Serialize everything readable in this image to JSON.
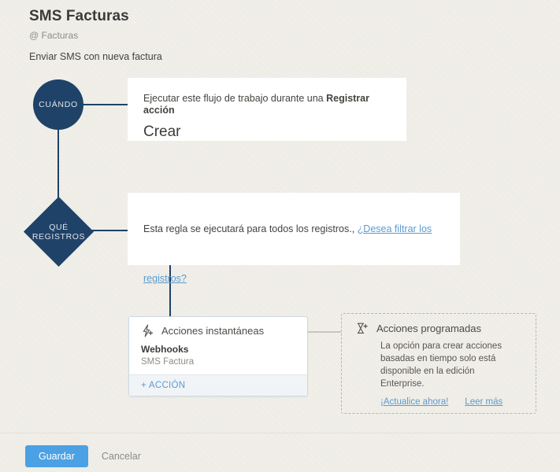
{
  "header": {
    "title": "SMS Facturas",
    "subtitle": "@ Facturas",
    "description": "Enviar SMS con nueva factura"
  },
  "flow": {
    "when_node": {
      "label": "CUÁNDO"
    },
    "records_node": {
      "label_line1": "QUÉ",
      "label_line2": "REGISTROS"
    },
    "when_card": {
      "prefix": "Ejecutar este flujo de trabajo durante una ",
      "bold": "Registrar acción",
      "value": "Crear"
    },
    "records_card": {
      "text": "Esta regla se ejecutará para todos los registros., ",
      "link_inline": "¿Desea filtrar los",
      "link_overflow": "registros?"
    },
    "instant_actions": {
      "icon": "lightning-plus-icon",
      "title": "Acciones instantáneas",
      "item_name": "Webhooks",
      "item_sub": "SMS Factura",
      "add_label": "+ ACCIÓN"
    },
    "scheduled_actions": {
      "icon": "hourglass-plus-icon",
      "title": "Acciones programadas",
      "body": "La opción para crear acciones basadas en tiempo solo está disponible en la edición Enterprise.",
      "upgrade_link": "¡Actualice ahora!",
      "more_link": "Leer más"
    }
  },
  "footer": {
    "save_label": "Guardar",
    "cancel_label": "Cancelar"
  },
  "colors": {
    "background": "#eeece5",
    "node_navy": "#1f4268",
    "link_blue": "#5b9bd0",
    "button_blue": "#4ba1e3",
    "muted_text": "#8d8c86"
  }
}
